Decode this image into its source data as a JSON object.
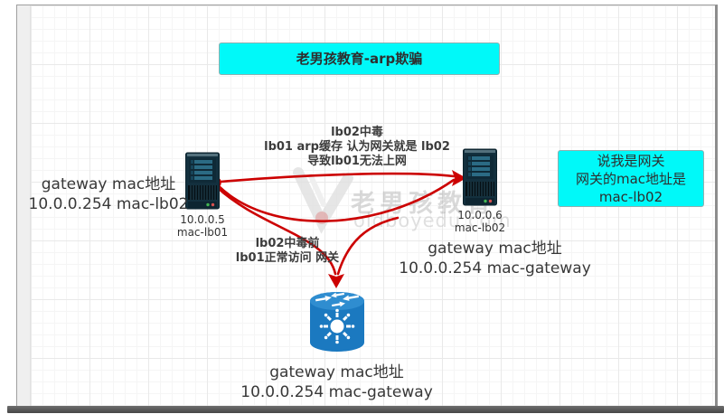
{
  "diagram": {
    "title": "老男孩教育-arp欺骗",
    "watermark": {
      "brand": "老男孩教育",
      "domain": "oldboyedu.com"
    },
    "nodes": {
      "lb01": {
        "ip": "10.0.0.5",
        "mac": "mac-lb01",
        "icon": "server-icon"
      },
      "lb02": {
        "ip": "10.0.0.6",
        "mac": "mac-lb02",
        "icon": "server-icon"
      },
      "gateway": {
        "icon": "router-icon"
      }
    },
    "labels": {
      "lb01_arp": {
        "line1": "gateway mac地址",
        "line2": "10.0.0.254 mac-lb02"
      },
      "poisoned_note": {
        "line1": "lb02中毒",
        "line2": "lb01 arp缓存 认为网关就是 lb02",
        "line3": "导致lb01无法上网"
      },
      "normal_note": {
        "line1": "lb02中毒前",
        "line2": "lb01正常访问 网关"
      },
      "lb02_arp": {
        "line1": "gateway mac地址",
        "line2": "10.0.0.254 mac-gateway"
      },
      "gateway_info": {
        "line1": "gateway mac地址",
        "line2": "10.0.0.254 mac-gateway"
      },
      "spoof_callout": {
        "line1": "说我是网关",
        "line2": "网关的mac地址是",
        "line3": "mac-lb02"
      }
    },
    "colors": {
      "callout_bg": "#00f9f9",
      "arrow_red": "#cc0000",
      "server_body": "#13303e",
      "server_bar": "#2b6b84",
      "router_blue": "#1b79c0"
    }
  }
}
